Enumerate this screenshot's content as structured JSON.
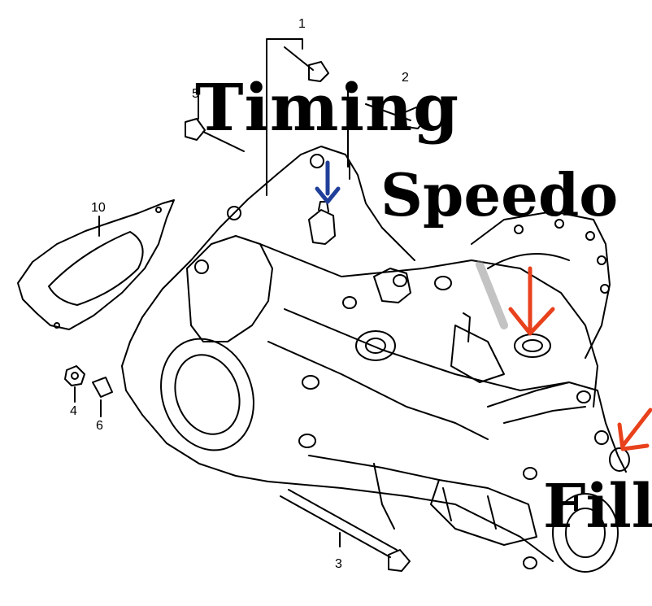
{
  "annotations": {
    "timing": "Timing",
    "speedo": "Speedo",
    "fill": "Fill"
  },
  "callouts": {
    "n1": "1",
    "n2": "2",
    "n3": "3",
    "n4": "4",
    "n5": "5",
    "n6": "6",
    "n10": "10"
  },
  "colors": {
    "line": "#000000",
    "timing_arrow": "#1f3f9a",
    "red_arrow": "#e8411c",
    "background": "#ffffff"
  },
  "icons": {
    "timing_arrow": "arrow-down-icon",
    "speedo_arrow": "arrow-down-icon",
    "fill_arrow": "arrow-down-left-icon"
  }
}
